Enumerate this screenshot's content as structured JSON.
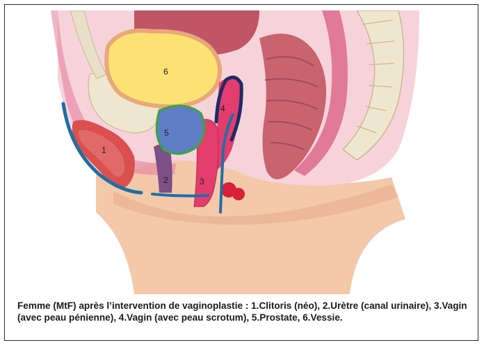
{
  "figure": {
    "labels": [
      {
        "number": "1",
        "name": "clitoris"
      },
      {
        "number": "2",
        "name": "uretre"
      },
      {
        "number": "3",
        "name": "vagin-peau-penienne"
      },
      {
        "number": "4",
        "name": "vagin-peau-scrotum"
      },
      {
        "number": "5",
        "name": "prostate"
      },
      {
        "number": "6",
        "name": "vessie"
      }
    ],
    "colors": {
      "skin": "#f3c9a9",
      "skin_shadow": "#e7ad8c",
      "pelvic_cavity": "#f6d3da",
      "pink_tissue": "#e47a9c",
      "bladder": "#fbe273",
      "bone": "#efe6cf",
      "prostate": "#5f7ec6",
      "prostate_outline": "#3aa73a",
      "urethra": "#7c4f86",
      "vagina": "#e23d6d",
      "rectum": "#c9636e",
      "blue_line": "#1f6fa6",
      "navy_line": "#1f2a66"
    }
  },
  "caption": "Femme (MtF) après l’intervention de vaginoplastie : 1.Clitoris (néo), 2.Urètre (canal urinaire), 3.Vagin (avec peau pénienne), 4.Vagin (avec peau scrotum), 5.Prostate, 6.Vessie."
}
